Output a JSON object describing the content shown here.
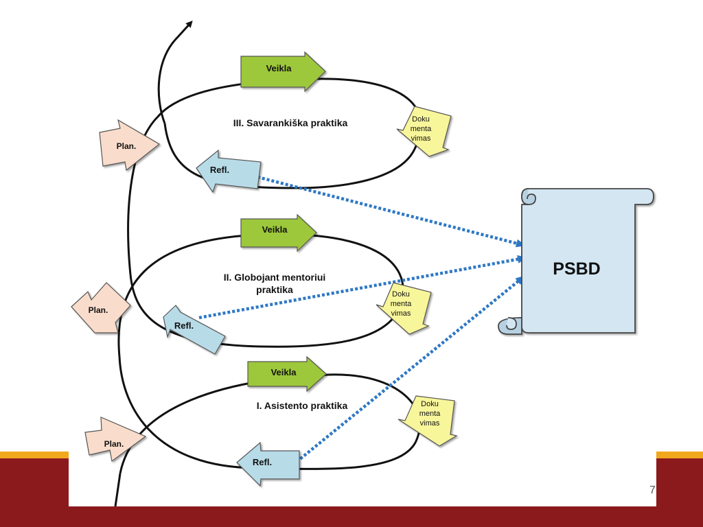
{
  "colors": {
    "veikla": "#9dc83a",
    "dokumentavimas": "#f8f69a",
    "refl": "#b8dbe8",
    "plan": "#f9dccb",
    "scroll": "#d3e6f2",
    "dotted": "#2e78c4",
    "footer_red": "#8b1a1d",
    "footer_gold": "#f2a81d"
  },
  "cycles": [
    {
      "title_line1": "III.  Savarankiška praktika",
      "title_line2": "",
      "action": "Veikla",
      "doc": [
        "Doku",
        "menta",
        "vimas"
      ],
      "reflect": "Refl.",
      "plan": "Plan."
    },
    {
      "title_line1": "II.  Globojant mentoriui",
      "title_line2": "praktika",
      "action": "Veikla",
      "doc": [
        "Doku",
        "menta",
        "vimas"
      ],
      "reflect": "Refl.",
      "plan": "Plan."
    },
    {
      "title_line1": "I.  Asistento praktika",
      "title_line2": "",
      "action": "Veikla",
      "doc": [
        "Doku",
        "menta",
        "vimas"
      ],
      "reflect": "Refl.",
      "plan": "Plan."
    }
  ],
  "scroll_label": "PSBD",
  "page_number": "7"
}
